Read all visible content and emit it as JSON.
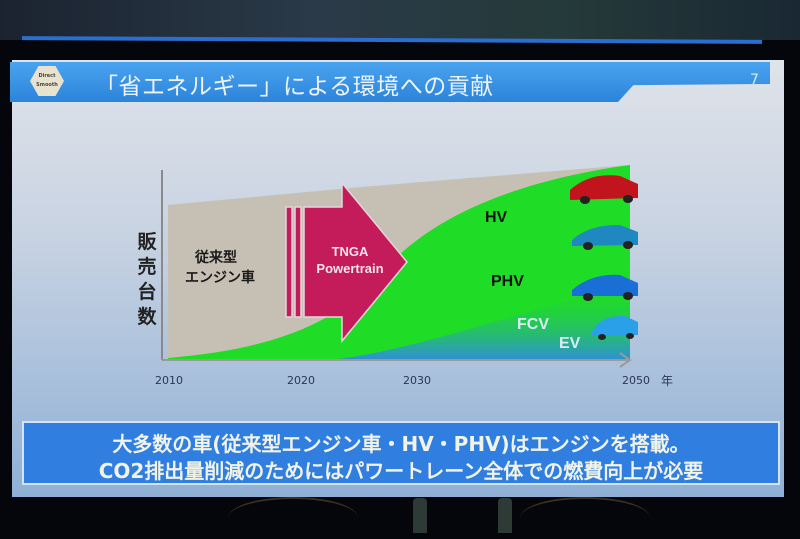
{
  "slide": {
    "logo": {
      "line1": "Direct",
      "line2": "Smooth"
    },
    "title": "「省エネルギー」による環境への貢献",
    "page_number": "7"
  },
  "chart_data": {
    "type": "area",
    "title": "「省エネルギー」による環境への貢献",
    "ylabel": "販売台数",
    "xlabel": "年",
    "x_ticks": [
      "2010",
      "2020",
      "2030",
      "2050"
    ],
    "series": [
      {
        "name": "従来型エンジン車",
        "color": "#c6bfb3"
      },
      {
        "name": "HV",
        "color": "#1fdc26"
      },
      {
        "name": "PHV",
        "color": "#1fdc26"
      },
      {
        "name": "FCV",
        "color": "#3a9ad6"
      },
      {
        "name": "EV",
        "color": "#3a9ad6"
      }
    ],
    "annotations": {
      "arrow_label_line1": "TNGA",
      "arrow_label_line2": "Powertrain",
      "conventional_line1": "従来型",
      "conventional_line2": "エンジン車"
    }
  },
  "chart": {
    "ylabel_chars": [
      "販",
      "売",
      "台",
      "数"
    ],
    "year_unit": "年",
    "labels": {
      "hv": "HV",
      "phv": "PHV",
      "fcv": "FCV",
      "ev": "EV"
    },
    "cars": [
      "red-hybrid-car",
      "blue-plugin-hybrid-car",
      "blue-fuel-cell-car",
      "blue-electric-car"
    ]
  },
  "footer": {
    "line1": "大多数の車(従来型エンジン車・HV・PHV)はエンジンを搭載。",
    "line2": "CO2排出量削減のためにはパワートレーン全体での燃費向上が必要"
  },
  "colors": {
    "header": "#2c84da",
    "arrow": "#c41c5a",
    "green": "#1fdc26",
    "gray": "#c6bfb3",
    "box": "#2f7ee0"
  }
}
